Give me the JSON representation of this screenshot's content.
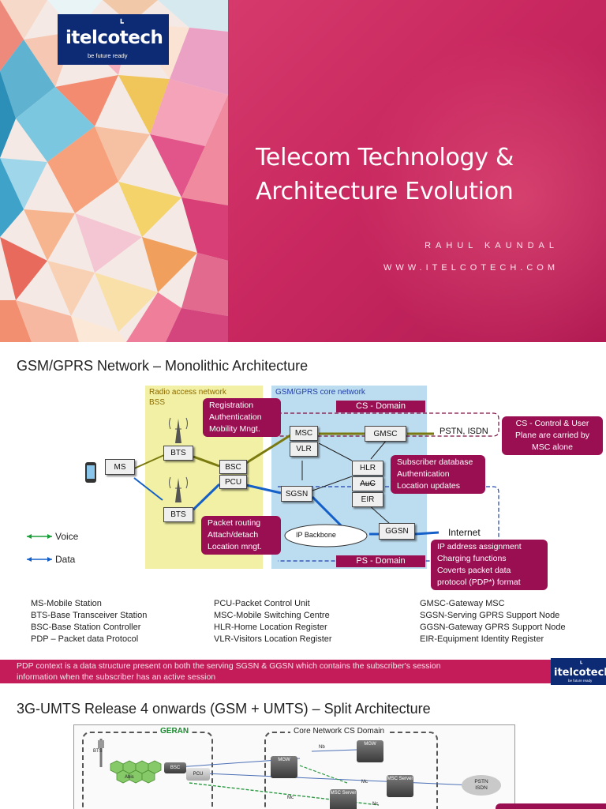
{
  "slide1": {
    "logo": {
      "name": "itelcotech",
      "tagline": "be future ready"
    },
    "title_line1": "Telecom Technology &",
    "title_line2": "Architecture Evolution",
    "author": "RAHUL KAUNDAL",
    "website": "WWW.ITELCOTECH.COM",
    "colors": {
      "accent": "#c8285f",
      "logo_bg": "#0d2a74"
    }
  },
  "slide2": {
    "title": "GSM/GPRS Network – Monolithic Architecture",
    "ran_label": "Radio access network",
    "bss_label": "BSS",
    "core_label": "GSM/GPRS core network",
    "cs_domain": "CS - Domain",
    "ps_domain": "PS - Domain",
    "nodes": {
      "ms": "MS",
      "bts_top": "BTS",
      "bts_bottom": "BTS",
      "bsc": "BSC",
      "pcu": "PCU",
      "msc": "MSC",
      "vlr": "VLR",
      "gmsc": "GMSC",
      "sgsn": "SGSN",
      "hlr": "HLR",
      "auc": "AuC",
      "eir": "EIR",
      "ggsn": "GGSN",
      "ip_backbone": "IP Backbone"
    },
    "external": {
      "pstn": "PSTN, ISDN",
      "internet": "Internet"
    },
    "callouts": {
      "bss_functions": [
        "Registration",
        "Authentication",
        "Mobility Mngt."
      ],
      "packet_functions": [
        "Packet routing",
        "Attach/detach",
        "Location mngt."
      ],
      "hlr_functions": [
        "Subscriber database",
        "Authentication",
        "Location updates"
      ],
      "ggsn_functions": [
        "IP address assignment",
        "Charging functions",
        "Coverts packet data",
        "protocol (PDP*) format"
      ],
      "cs_plane": [
        "CS - Control & User",
        "Plane are carried by",
        "MSC alone"
      ]
    },
    "legend": {
      "voice": "Voice",
      "data": "Data",
      "voice_color": "#1a9e3a",
      "data_color": "#1560c8"
    },
    "abbreviations": {
      "col1": [
        "MS-Mobile Station",
        "BTS-Base Transceiver Station",
        "BSC-Base Station Controller",
        "PDP – Packet data Protocol"
      ],
      "col2": [
        "PCU-Packet Control Unit",
        "MSC-Mobile Switching Centre",
        "HLR-Home Location Register",
        "VLR-Visitors Location Register"
      ],
      "col3": [
        "GMSC-Gateway MSC",
        "SGSN-Serving GPRS Support Node",
        "GGSN-Gateway GPRS Support Node",
        "EIR-Equipment Identity Register"
      ]
    },
    "pdp_note_line1": "PDP context is a data structure present on both the serving SGSN & GGSN which contains the subscriber's session",
    "pdp_note_line2": "information when the subscriber has an active session",
    "logo": {
      "name": "itelcotech",
      "tagline": "be future ready"
    }
  },
  "slide3": {
    "title": "3G-UMTS Release 4 onwards (GSM + UMTS) – Split Architecture",
    "geran": "GERAN",
    "cn_cs": "Core Network CS Domain",
    "labels": {
      "bts": "BTS",
      "bsc": "BSC",
      "pcu": "PCU",
      "abis": "Abis",
      "mgw1": "MGW",
      "mgw2": "MGW",
      "msc_server1": "MSC Server",
      "msc_server2": "MSC Server",
      "nb": "Nb",
      "mc1": "Mc",
      "mc2": "Mc",
      "nc": "Nc",
      "pstn": "PSTN",
      "isdn": "ISDN"
    }
  }
}
